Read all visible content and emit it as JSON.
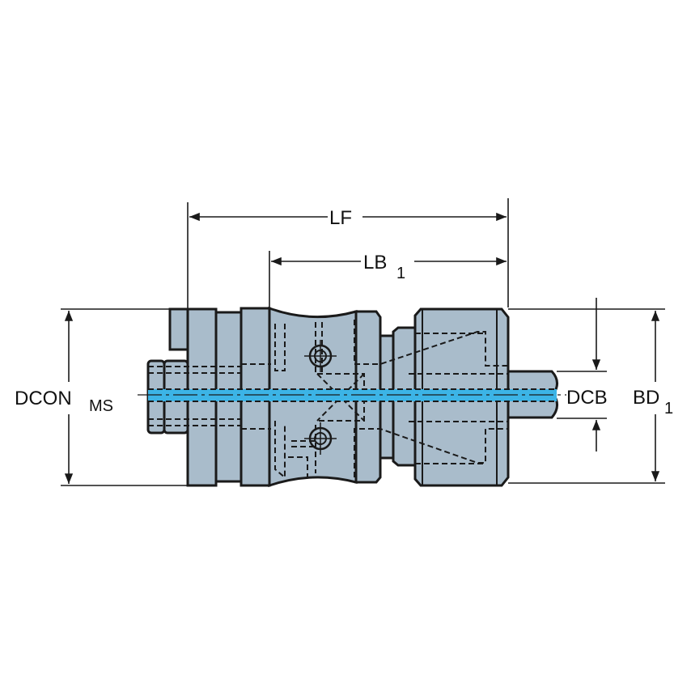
{
  "title": "Tool holder adaptor dimension drawing",
  "labels": {
    "lf": "LF",
    "lb1_main": "LB",
    "lb1_sub": "1",
    "dcon_main": "DCON",
    "dcon_sub": "MS",
    "dcb": "DCB",
    "bd1_main": "BD",
    "bd1_sub": "1"
  },
  "colors": {
    "body": "#a9bccb",
    "coolant": "#3cb4e6",
    "line": "#1a1a1a"
  }
}
